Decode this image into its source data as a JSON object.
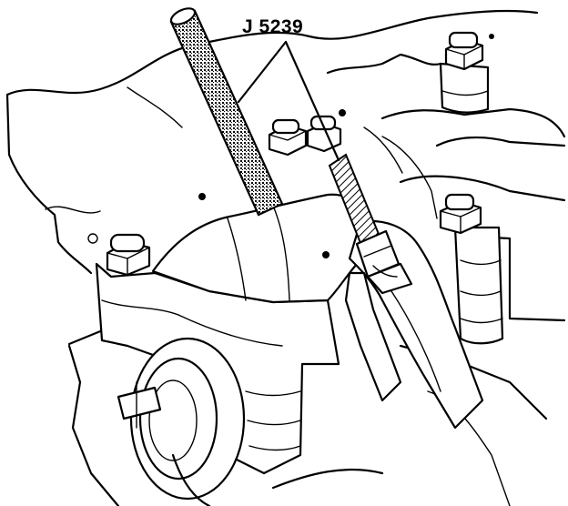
{
  "diagram": {
    "callout_label": "J 5239",
    "colors": {
      "ink": "#000000",
      "paper": "#ffffff",
      "stipple": "#7a7a7a"
    },
    "parts": [
      {
        "id": "guide-rod-long",
        "name": "guide-rod"
      },
      {
        "id": "guide-rod-short",
        "name": "guide-rod"
      },
      {
        "id": "bearing-cap-front",
        "name": "bearing-cap"
      },
      {
        "id": "connecting-rod",
        "name": "connecting-rod"
      },
      {
        "id": "crankshaft-journal",
        "name": "crankshaft-journal"
      }
    ]
  }
}
